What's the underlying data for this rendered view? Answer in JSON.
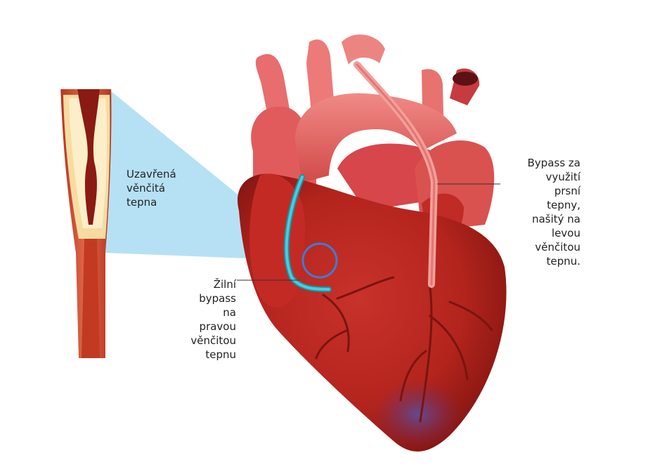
{
  "labels": {
    "occluded_artery": [
      "Uzavřená",
      "věnčitá",
      "tepna"
    ],
    "vein_bypass": [
      "Žilní",
      "bypass",
      "na",
      "pravou",
      "věnčitou",
      "tepnu"
    ],
    "mammary_bypass": [
      "Bypass za",
      "využití",
      "prsní",
      "tepny,",
      "našitý na",
      "levou",
      "věnčitou",
      "tepnu."
    ]
  },
  "colors": {
    "myocardium": "#b8231d",
    "artery_wall": "#d9553a",
    "plaque": "#f6dca0",
    "lumen": "#8a1a14",
    "zoom_cone": "#a9dcf2",
    "vein_graft": "#29b8c9",
    "highlight_circle": "#3b7ed6",
    "leader_line": "#333333"
  },
  "icons": [
    "heart-illustration",
    "artery-cross-section"
  ]
}
